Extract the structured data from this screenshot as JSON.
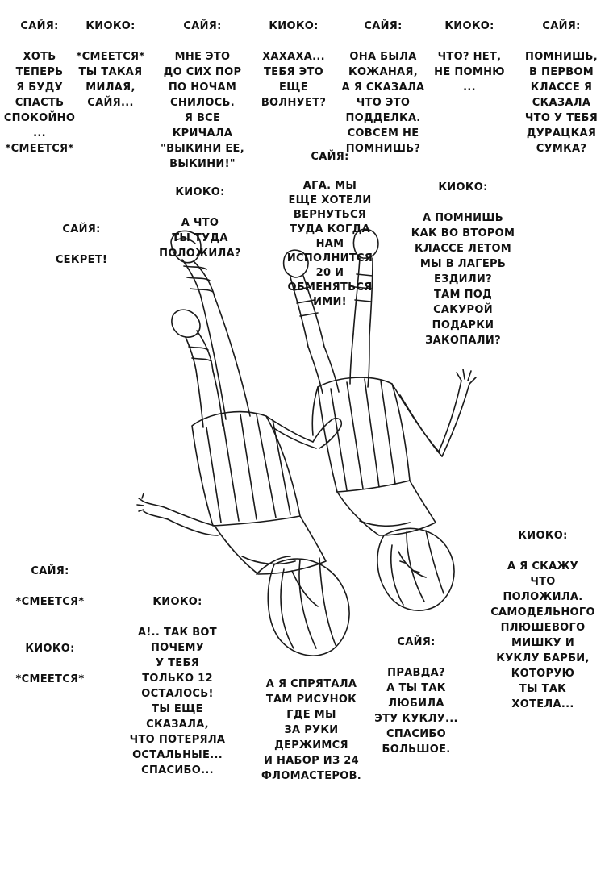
{
  "speech": [
    {
      "id": "s1",
      "speaker": "САЙЯ:",
      "text": "ХОТЬ\nТЕПЕРЬ\nЯ БУДУ\nСПАСТЬ\nСПОКОЙНО\n...\n*СМЕЕТСЯ*"
    },
    {
      "id": "s2",
      "speaker": "КИОКО:",
      "text": "*СМЕЕТСЯ*\nТЫ ТАКАЯ\nМИЛАЯ,\nСАЙЯ..."
    },
    {
      "id": "s3",
      "speaker": "САЙЯ:",
      "text": "МНЕ ЭТО\nДО СИХ ПОР\nПО НОЧАМ\nСНИЛОСЬ.\nЯ ВСЕ\nКРИЧАЛА\n\"ВЫКИНИ ЕЕ,\nВЫКИНИ!\""
    },
    {
      "id": "s4",
      "speaker": "КИОКО:",
      "text": "ХАХАХА...\nТЕБЯ ЭТО\nЕЩЕ\nВОЛНУЕТ?"
    },
    {
      "id": "s5",
      "speaker": "САЙЯ:",
      "text": "ОНА БЫЛА\nКОЖАНАЯ,\nА Я СКАЗАЛА\nЧТО ЭТО\nПОДДЕЛКА.\nСОВСЕМ НЕ\nПОМНИШЬ?"
    },
    {
      "id": "s6",
      "speaker": "КИОКО:",
      "text": "ЧТО? НЕТ,\nНЕ ПОМНЮ\n..."
    },
    {
      "id": "s7",
      "speaker": "САЙЯ:",
      "text": "ПОМНИШЬ,\nВ ПЕРВОМ\nКЛАССЕ Я\nСКАЗАЛА\nЧТО У ТЕБЯ\nДУРАЦКАЯ\nСУМКА?"
    },
    {
      "id": "s8",
      "speaker": "САЙЯ:",
      "text": "АГА. МЫ\nЕЩЕ ХОТЕЛИ\nВЕРНУТЬСЯ\nТУДА КОГДА\nНАМ\nИСПОЛНИТСЯ\n20 И\nОБМЕНЯТЬСЯ\nИМИ!"
    },
    {
      "id": "s9",
      "speaker": "КИОКО:",
      "text": "А ЧТО\nТЫ ТУДА\nПОЛОЖИЛА?"
    },
    {
      "id": "s10",
      "speaker": "КИОКО:",
      "text": "А ПОМНИШЬ\nКАК ВО ВТОРОМ\nКЛАССЕ ЛЕТОМ\nМЫ В ЛАГЕРЬ\nЕЗДИЛИ?\nТАМ ПОД\nСАКУРОЙ\nПОДАРКИ\nЗАКОПАЛИ?"
    },
    {
      "id": "s11",
      "speaker": "САЙЯ:",
      "text": "СЕКРЕТ!"
    },
    {
      "id": "s12",
      "speaker": "КИОКО:",
      "text": "А Я СКАЖУ\nЧТО\nПОЛОЖИЛА.\nСАМОДЕЛЬНОГО\nПЛЮШЕВОГО\nМИШКУ И\nКУКЛУ БАРБИ,\nКОТОРУЮ\nТЫ ТАК\nХОТЕЛА..."
    },
    {
      "id": "s13",
      "speaker": "САЙЯ:",
      "text": "*СМЕЕТСЯ*"
    },
    {
      "id": "s14",
      "speaker": "КИОКО:",
      "text": "А!.. ТАК ВОТ\nПОЧЕМУ\nУ ТЕБЯ\nТОЛЬКО 12\nОСТАЛОСЬ!\nТЫ ЕЩЕ\nСКАЗАЛА,\nЧТО ПОТЕРЯЛА\nОСТАЛЬНЫЕ...\nСПАСИБО..."
    },
    {
      "id": "s15",
      "speaker": "КИОКО:",
      "text": "*СМЕЕТСЯ*"
    },
    {
      "id": "s16",
      "speaker": "САЙЯ:",
      "text": "ПРАВДА?\nА ТЫ ТАК\nЛЮБИЛА\nЭТУ КУКЛУ...\nСПАСИБО\nБОЛЬШОЕ."
    },
    {
      "id": "s17",
      "speaker": "",
      "text": "А Я СПРЯТАЛА\nТАМ РИСУНОК\nГДЕ МЫ\nЗА РУКИ\nДЕРЖИМСЯ\nИ НАБОР ИЗ 24\nФЛОМАСТЕРОВ."
    }
  ],
  "illustration": {
    "icon": "two-girls-lying-holding-hands-illustration",
    "ink": "#1a1a1a",
    "paper": "#ffffff"
  }
}
